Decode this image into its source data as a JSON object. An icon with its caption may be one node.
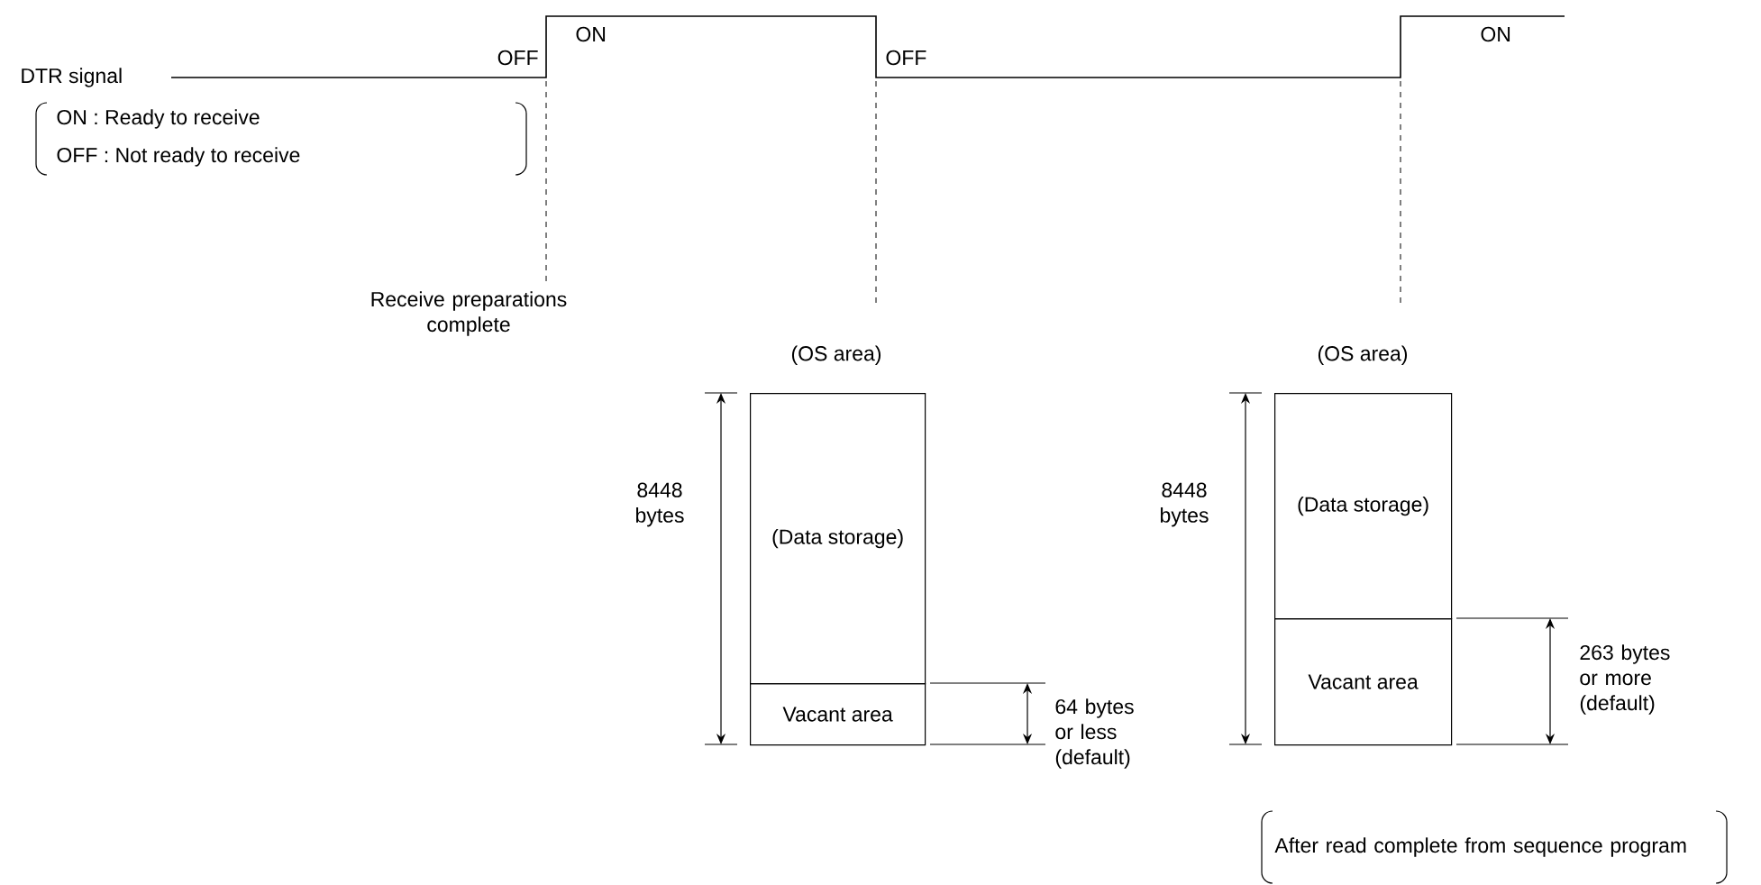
{
  "diagram": {
    "nodes": [
      {
        "text": [
          "(Data storage)"
        ],
        "beside": [
          "(OS area)"
        ]
      },
      {
        "text": [
          "Vacant area"
        ]
      },
      {
        "text": [
          "(Data storage)"
        ],
        "beside": [
          "(OS area)"
        ]
      },
      {
        "text": [
          "Vacant area"
        ]
      }
    ],
    "labels": [
      "DTR signal",
      "OFF",
      "ON",
      "OFF",
      "ON",
      "ON : Ready to receive",
      "OFF : Not ready to receive",
      "Receive preparations complete",
      "8448 bytes",
      "64 bytes or less (default)",
      "8448 bytes",
      "263 bytes or more (default)",
      "After read complete from sequence program"
    ]
  }
}
